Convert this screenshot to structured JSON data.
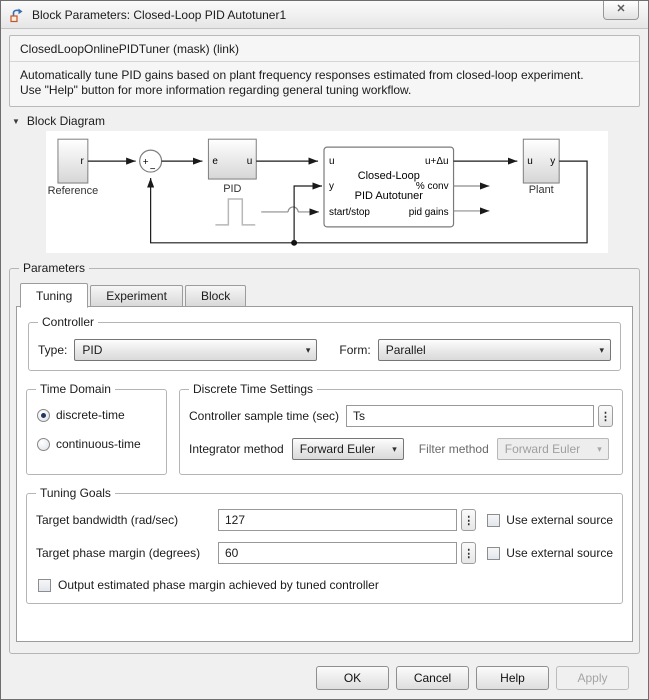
{
  "colors": {
    "window_bg": "#f0f0f0",
    "panel_bg": "#ffffff",
    "group_border": "#b5b5b5",
    "disabled_text": "#9f9f9f",
    "diagram_line": "#1a1a1a",
    "diagram_gray_line": "#8c8c8c"
  },
  "icons": {
    "close": "✕",
    "collapse_arrow": "▼",
    "dropdown_arrow": "▾",
    "param_menu": "⋮"
  },
  "window": {
    "title": "Block Parameters: Closed-Loop PID Autotuner1"
  },
  "mask": {
    "title": "ClosedLoopOnlinePIDTuner (mask) (link)",
    "description_lines": [
      "Automatically tune PID gains based on plant frequency responses estimated from closed-loop experiment.",
      "Use \"Help\" button for more information regarding general tuning workflow."
    ]
  },
  "block_diagram": {
    "header": "Block Diagram",
    "labels": {
      "reference_name": "Reference",
      "reference_out_port": "r",
      "sum_plus": "+",
      "sum_minus": "−",
      "pid_name": "PID",
      "pid_in_port": "e",
      "pid_out_port": "u",
      "tuner_title_line1": "Closed-Loop",
      "tuner_title_line2": "PID Autotuner",
      "tuner_in_u": "u",
      "tuner_in_y": "y",
      "tuner_in_startstop": "start/stop",
      "tuner_out_u_delta": "u+Δu",
      "tuner_out_conv": "% conv",
      "tuner_out_gains": "pid gains",
      "plant_name": "Plant",
      "plant_in_port": "u",
      "plant_out_port": "y"
    }
  },
  "parameters": {
    "header": "Parameters",
    "tabs": [
      {
        "label": "Tuning",
        "active": true
      },
      {
        "label": "Experiment",
        "active": false
      },
      {
        "label": "Block",
        "active": false
      }
    ],
    "controller": {
      "header": "Controller",
      "type_label": "Type:",
      "type_value": "PID",
      "form_label": "Form:",
      "form_value": "Parallel"
    },
    "time_domain": {
      "header": "Time Domain",
      "options": [
        {
          "label": "discrete-time",
          "selected": true
        },
        {
          "label": "continuous-time",
          "selected": false
        }
      ]
    },
    "discrete_time_settings": {
      "header": "Discrete Time Settings",
      "sample_time_label": "Controller sample time (sec)",
      "sample_time_value": "Ts",
      "integrator_label": "Integrator method",
      "integrator_value": "Forward Euler",
      "filter_label": "Filter method",
      "filter_value": "Forward Euler",
      "filter_enabled": false
    },
    "tuning_goals": {
      "header": "Tuning Goals",
      "rows": [
        {
          "label": "Target bandwidth (rad/sec)",
          "value": "127",
          "external_label": "Use external source",
          "external_checked": false
        },
        {
          "label": "Target phase margin (degrees)",
          "value": "60",
          "external_label": "Use external source",
          "external_checked": false
        }
      ],
      "output_checkbox_label": "Output estimated phase margin achieved by tuned controller",
      "output_checkbox_checked": false
    }
  },
  "footer": {
    "buttons": [
      {
        "label": "OK",
        "enabled": true
      },
      {
        "label": "Cancel",
        "enabled": true
      },
      {
        "label": "Help",
        "enabled": true
      },
      {
        "label": "Apply",
        "enabled": false
      }
    ]
  }
}
